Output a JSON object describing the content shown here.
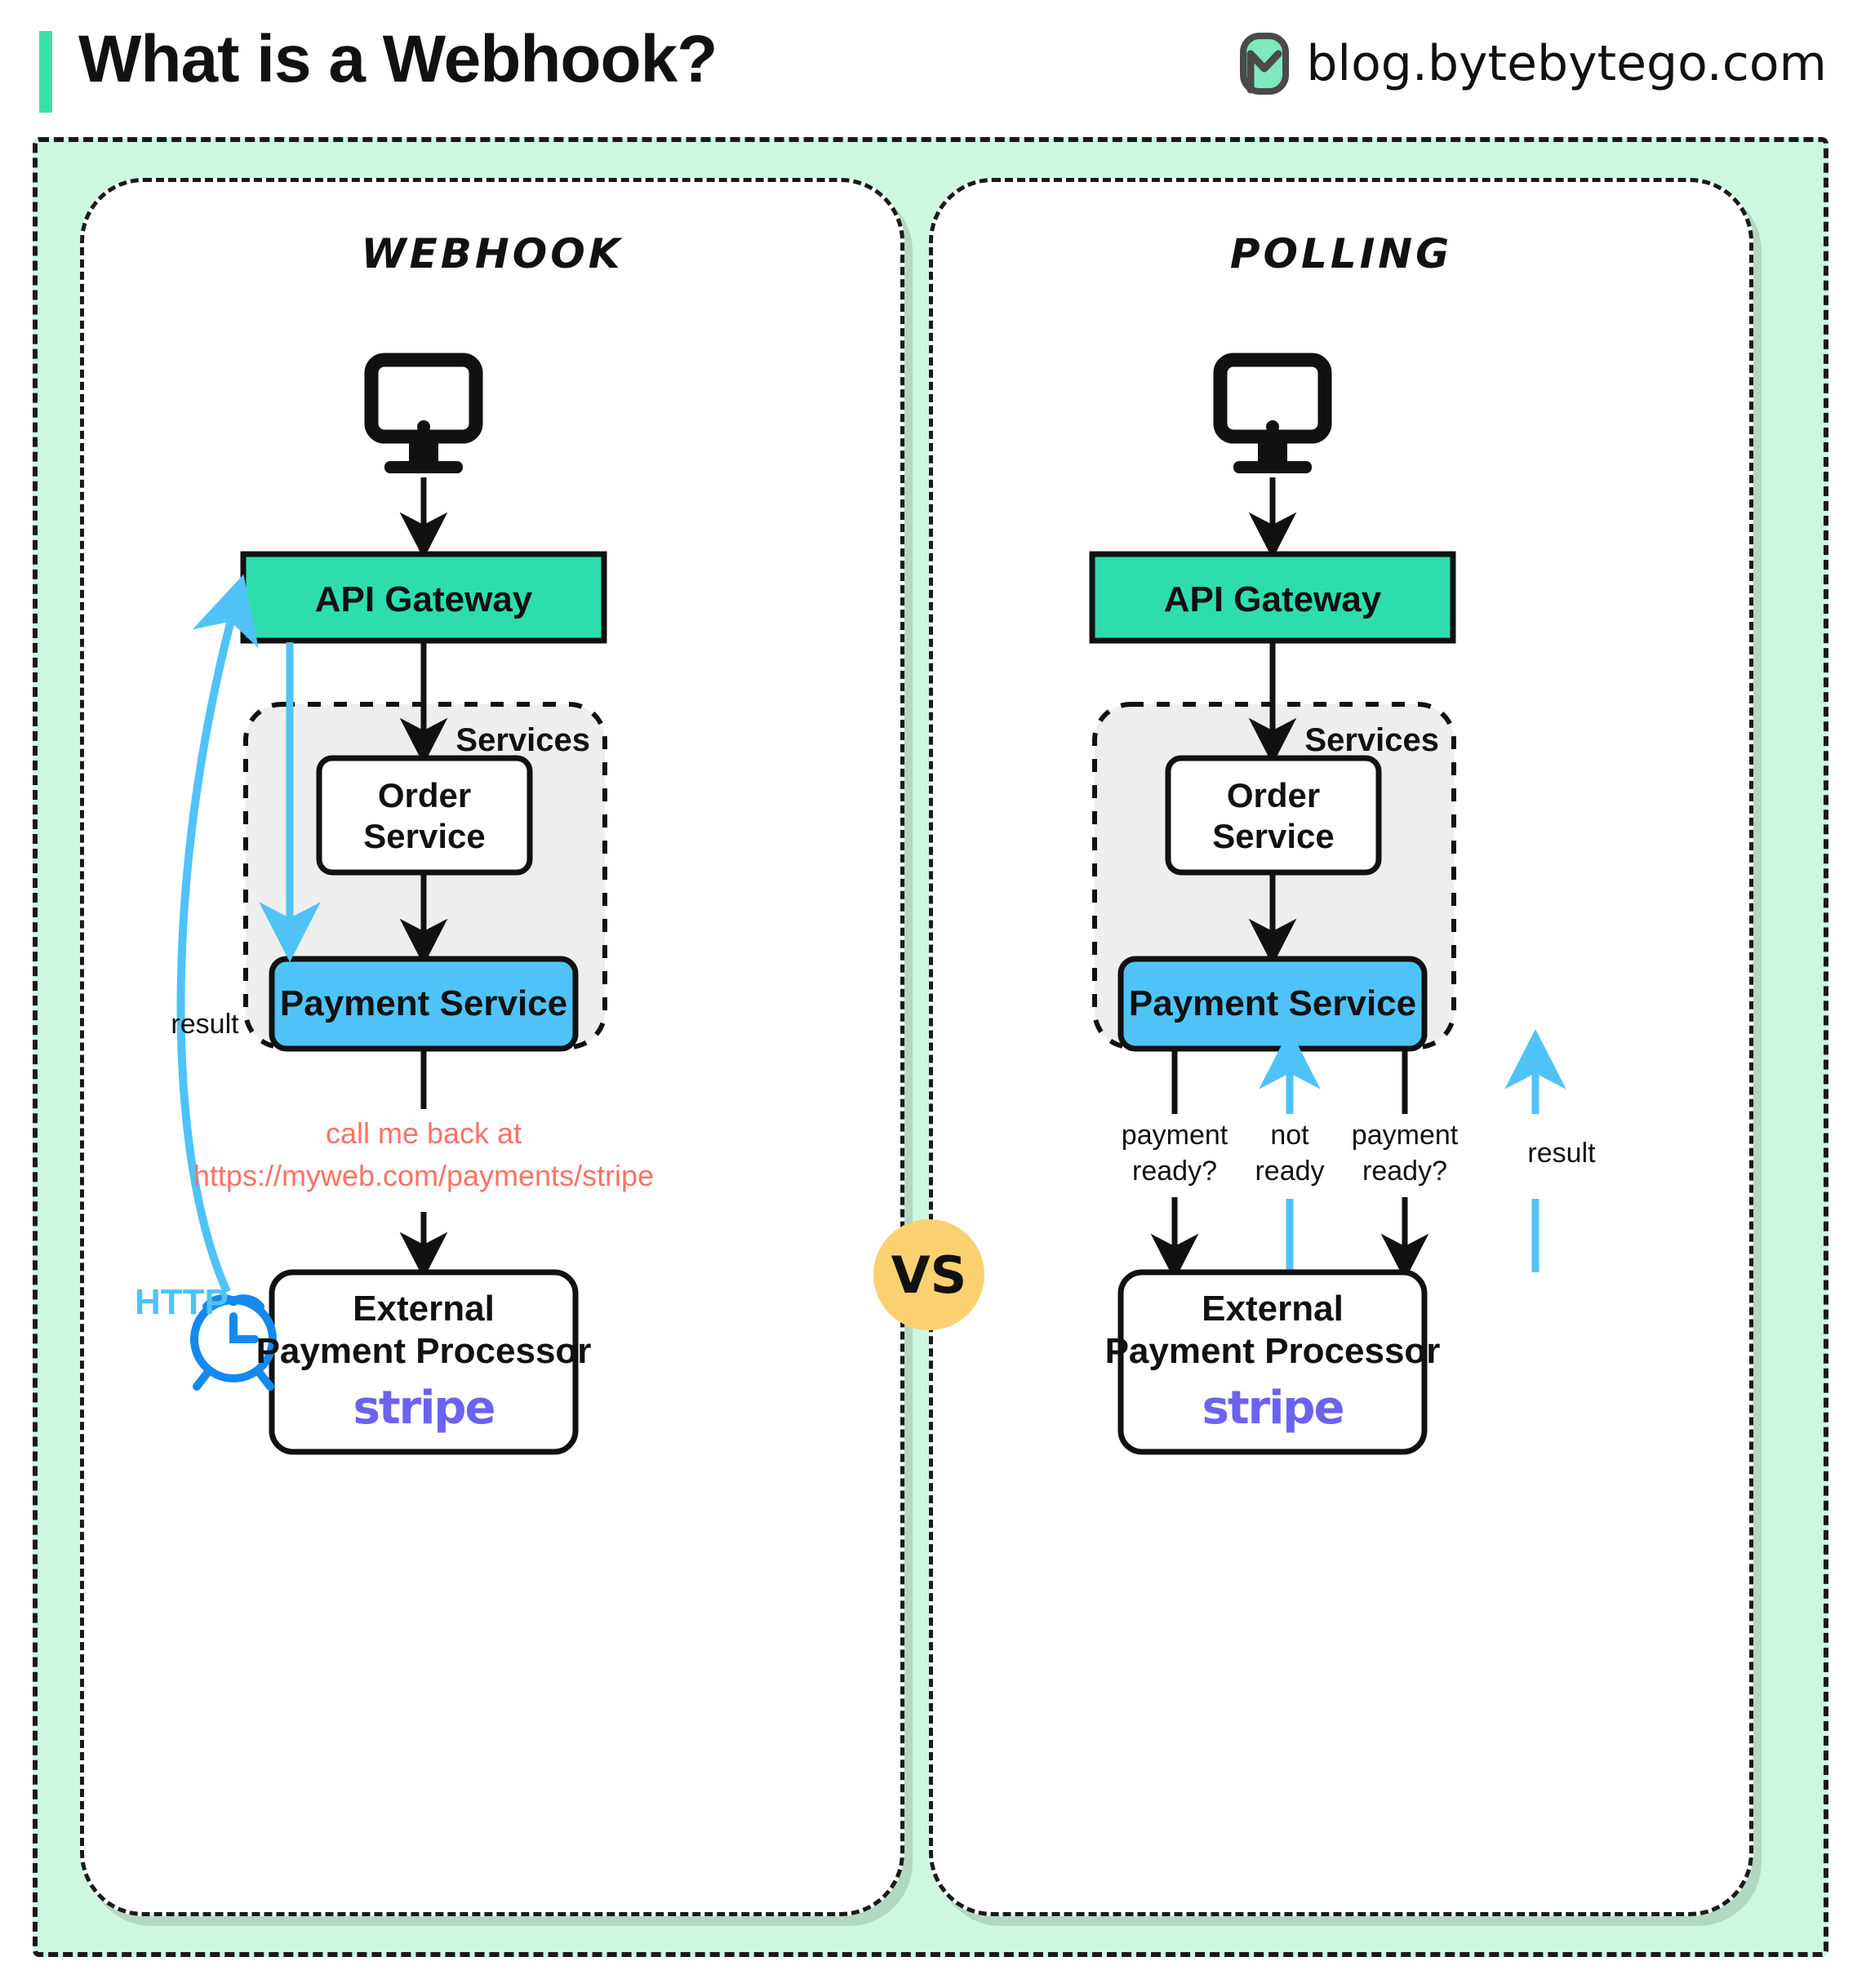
{
  "header": {
    "title": "What is a Webhook?",
    "brand_text": "blog.bytebytego.com",
    "accent_color": "#3BE0A8"
  },
  "colors": {
    "outer_background": "#CDF7E0",
    "panel_background": "#FFFFFF",
    "gateway_fill": "#2EDDAE",
    "payment_fill": "#4FC3F7",
    "services_fill": "#EEEEEE",
    "vs_badge": "#FBD170",
    "callback_text": "#FA7268",
    "http_blue": "#4FC3F7",
    "clock_blue": "#1589EE",
    "stripe_purple": "#6B63F0",
    "stroke": "#111111"
  },
  "vs_badge": {
    "label": "VS"
  },
  "panels": [
    {
      "id": "webhook",
      "title": "Webhook",
      "nodes": {
        "client_icon": "monitor-icon",
        "gateway": "API Gateway",
        "services_group": "Services",
        "order_service": "Order\nService",
        "order_service_line1": "Order",
        "order_service_line2": "Service",
        "payment_service": "Payment Service",
        "external_line1": "External",
        "external_line2": "Payment Processor",
        "external_logo": "stripe"
      },
      "edge_labels": {
        "callback_line1": "call me back at",
        "callback_line2": "https://myweb.com/payments/stripe",
        "result": "result",
        "http": "HTTP",
        "clock_icon": "alarm-clock-icon"
      }
    },
    {
      "id": "polling",
      "title": "Polling",
      "nodes": {
        "client_icon": "monitor-icon",
        "gateway": "API Gateway",
        "services_group": "Services",
        "order_service_line1": "Order",
        "order_service_line2": "Service",
        "payment_service": "Payment Service",
        "external_line1": "External",
        "external_line2": "Payment Processor",
        "external_logo": "stripe"
      },
      "edge_labels": {
        "poll1_line1": "payment",
        "poll1_line2": "ready?",
        "reply1_line1": "not",
        "reply1_line2": "ready",
        "poll2_line1": "payment",
        "poll2_line2": "ready?",
        "result": "result"
      }
    }
  ]
}
